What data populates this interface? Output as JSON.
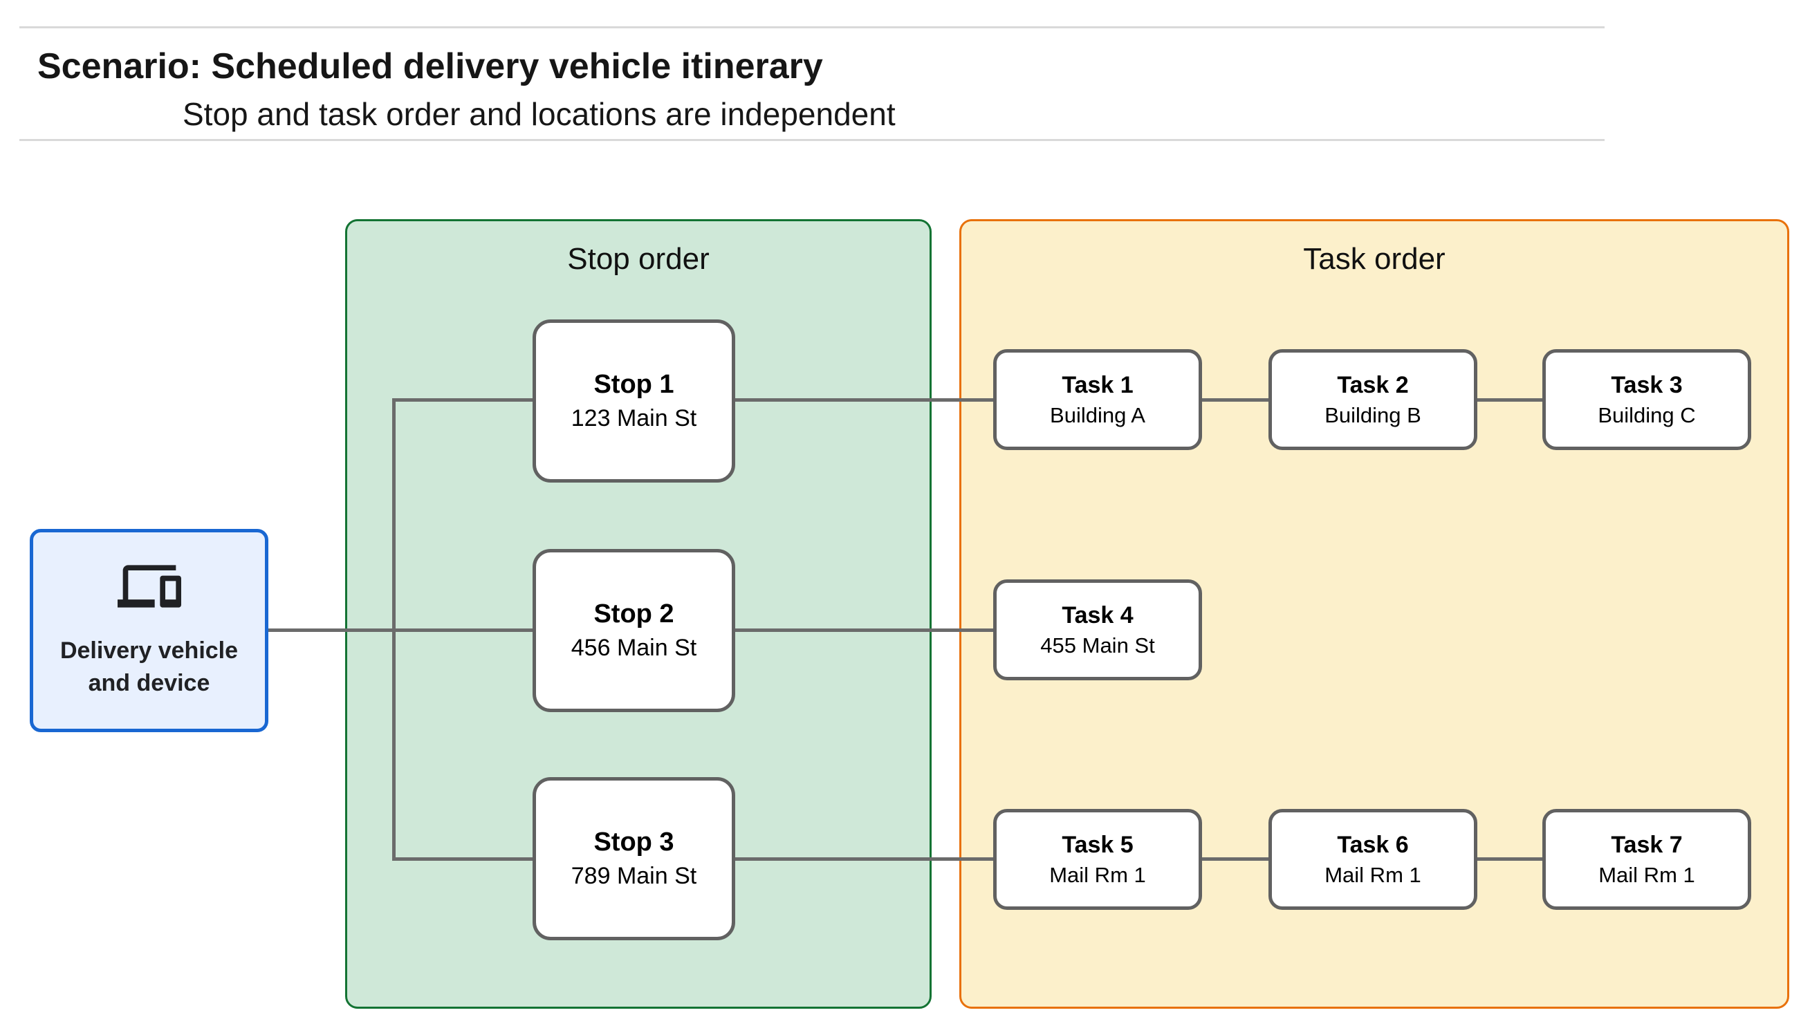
{
  "header": {
    "title": "Scenario: Scheduled delivery vehicle itinerary",
    "subtitle": "Stop and task order and locations are independent"
  },
  "vehicle": {
    "label": "Delivery vehicle and device",
    "icon": "devices-icon",
    "fill": "#e8f0fe",
    "border": "#1967d2"
  },
  "stop_panel": {
    "title": "Stop order",
    "fill": "#cfe8d8",
    "border": "#137333"
  },
  "task_panel": {
    "title": "Task order",
    "fill": "#fcf0cb",
    "border": "#e8710a"
  },
  "stops": [
    {
      "title": "Stop 1",
      "subtitle": "123 Main St"
    },
    {
      "title": "Stop 2",
      "subtitle": "456 Main St"
    },
    {
      "title": "Stop 3",
      "subtitle": "789 Main St"
    }
  ],
  "tasks": [
    {
      "title": "Task 1",
      "subtitle": "Building A"
    },
    {
      "title": "Task 2",
      "subtitle": "Building B"
    },
    {
      "title": "Task 3",
      "subtitle": "Building C"
    },
    {
      "title": "Task 4",
      "subtitle": "455 Main St"
    },
    {
      "title": "Task 5",
      "subtitle": "Mail Rm 1"
    },
    {
      "title": "Task 6",
      "subtitle": "Mail Rm 1"
    },
    {
      "title": "Task 7",
      "subtitle": "Mail Rm 1"
    }
  ],
  "colors": {
    "connector": "#6b6b6b",
    "node_border": "#616161",
    "header_rule": "#d9d9d9"
  }
}
